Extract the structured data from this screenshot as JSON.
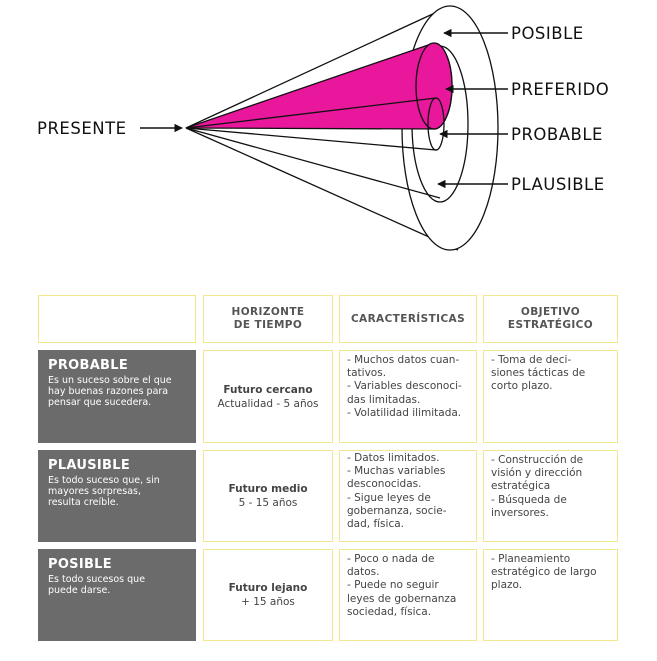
{
  "diagram": {
    "labels": {
      "presente": "PRESENTE",
      "posible": "POSIBLE",
      "preferido": "PREFERIDO",
      "probable": "PROBABLE",
      "plausible": "PLAUSIBLE"
    },
    "colors": {
      "accent": "#e8179b",
      "line": "#111111"
    }
  },
  "table": {
    "headers": {
      "horizonte": "HORIZONTE DE TIEMPO",
      "caracteristicas": "CARACTERÍSTICAS",
      "objetivo": "OBJETIVO ESTRATÉGICO"
    },
    "rows": [
      {
        "title": "PROBABLE",
        "desc": "Es un suceso sobre el que hay buenas razones para pensar que sucedera.",
        "horizon_bold": "Futuro cercano",
        "horizon_range": "Actualidad - 5 años",
        "caracteristicas": [
          "- Muchos datos cuan-",
          "tativos.",
          "- Variables desconoci-",
          "das limitadas.",
          "- Volatilidad ilimitada."
        ],
        "objetivo": [
          "- Toma de deci-",
          "siones tácticas de",
          "corto plazo."
        ]
      },
      {
        "title": "PLAUSIBLE",
        "desc": "Es todo suceso que, sin mayores sorpresas, resulta creíble.",
        "horizon_bold": "Futuro medio",
        "horizon_range": "5 - 15 años",
        "caracteristicas": [
          "- Datos limitados.",
          "- Muchas variables",
          "desconocidas.",
          "- Sigue leyes de",
          "gobernanza, socie-",
          "dad, física."
        ],
        "objetivo": [
          "- Construcción de",
          "visión y dirección",
          "estratégica",
          "- Búsqueda de",
          "inversores."
        ]
      },
      {
        "title": "POSIBLE",
        "desc": "Es todo sucesos que puede darse.",
        "horizon_bold": "Futuro lejano",
        "horizon_range": "+ 15 años",
        "caracteristicas": [
          "- Poco o nada de",
          "datos.",
          "- Puede no seguir",
          "leyes de gobernanza",
          "sociedad, física."
        ],
        "objetivo": [
          "- Planeamiento",
          "estratégico de largo",
          "plazo."
        ]
      }
    ]
  }
}
